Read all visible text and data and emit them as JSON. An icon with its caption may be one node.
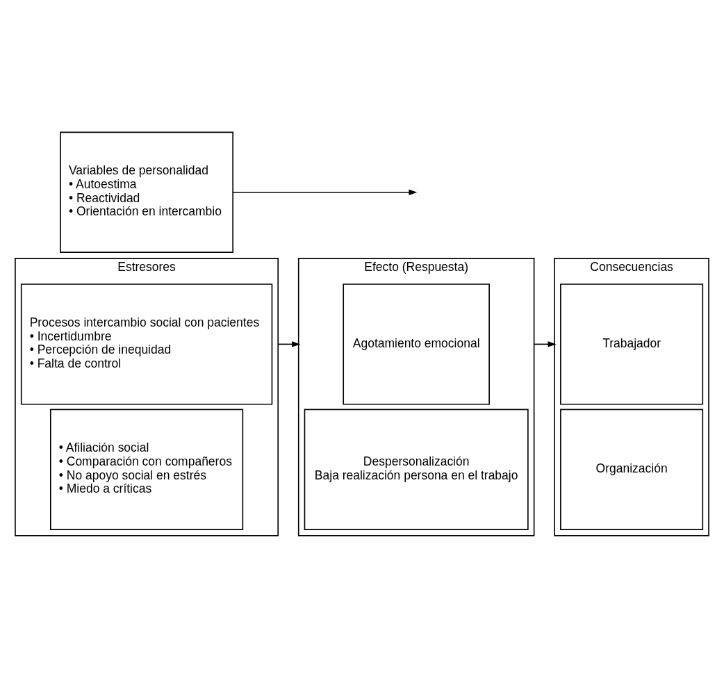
{
  "diagram": {
    "nodes": [
      {
        "text": [
          "Estresores"
        ]
      },
      {
        "text": [
          "Procesos intercambio social con pacientes",
          "• Incertidumbre",
          "• Percepción de inequidad",
          "• Falta de control"
        ],
        "in": 0
      },
      {
        "text": [
          "• Afiliación social",
          "• Comparación con compañeros",
          "• No apoyo social en estrés",
          "• Miedo a críticas"
        ],
        "in": 0
      },
      {
        "text": [
          "Efecto (Respuesta)"
        ]
      },
      {
        "text": [
          "Agotamiento emocional"
        ],
        "in": 3
      },
      {
        "text": [
          "Despersonalización",
          "Baja realización persona en el trabajo"
        ],
        "in": 3
      },
      {
        "text": [
          "Consecuencias"
        ]
      },
      {
        "text": [
          "Trabajador"
        ],
        "in": 6
      },
      {
        "text": [
          "Organización"
        ],
        "in": 6
      },
      {
        "text": [
          "Variables de personalidad",
          "• Autoestima",
          "• Reactividad",
          "• Orientación en intercambio"
        ]
      }
    ],
    "edges": [
      {
        "from": 0,
        "to": 3,
        "arrow": "to"
      },
      {
        "from": 3,
        "to": 6,
        "arrow": "to"
      },
      {
        "from": 9,
        "to": null,
        "arrow": "to"
      }
    ]
  }
}
